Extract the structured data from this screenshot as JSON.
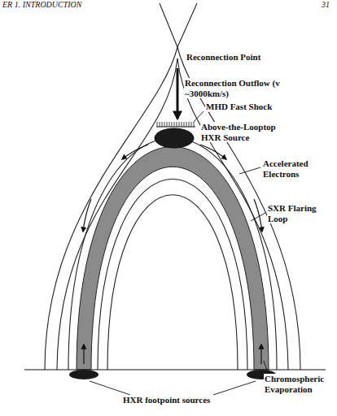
{
  "diagram": {
    "labels": [
      "ER 1. INTRODUCTION",
      "31",
      "Reconnection Point",
      "Reconnection Outflow (v ~3000km/s)",
      "MHD Fast Shock",
      "Above-the-Looptop HXR Source",
      "Accelerated Electrons",
      "SXR Flaring Loop",
      "Chromospheric Evaporation",
      "HXR footpoint sources"
    ]
  }
}
